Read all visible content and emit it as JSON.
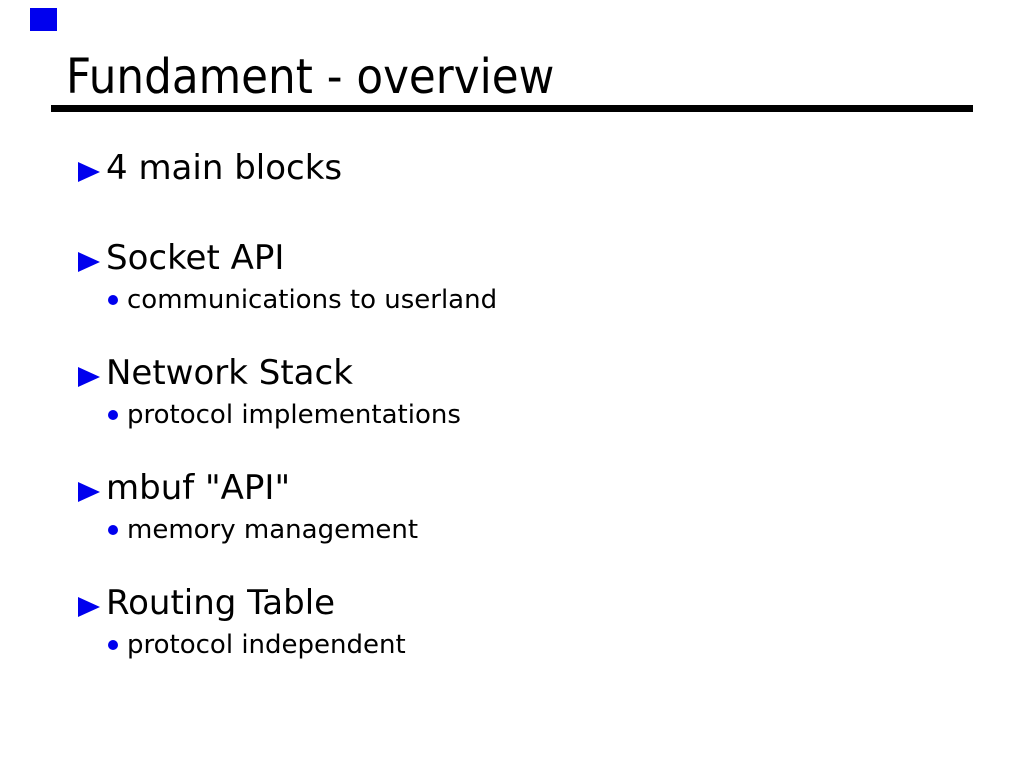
{
  "slide": {
    "title": "Fundament - overview",
    "items": [
      {
        "label": "4 main blocks",
        "sub": []
      },
      {
        "label": "Socket API",
        "sub": [
          "communications to userland"
        ]
      },
      {
        "label": "Network Stack",
        "sub": [
          "protocol implementations"
        ]
      },
      {
        "label": "mbuf \"API\"",
        "sub": [
          "memory management"
        ]
      },
      {
        "label": "Routing Table",
        "sub": [
          "protocol independent"
        ]
      }
    ],
    "colors": {
      "bullet_blue": "#0000ee",
      "text": "#000000",
      "underline": "#000000",
      "background": "#ffffff"
    }
  }
}
